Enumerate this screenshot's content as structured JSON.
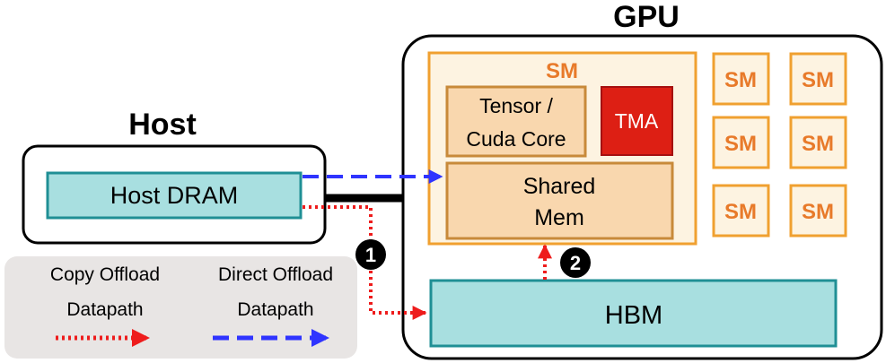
{
  "host": {
    "title": "Host",
    "dram_label": "Host DRAM"
  },
  "gpu": {
    "title": "GPU",
    "sm_main": {
      "label": "SM",
      "tensor_line1": "Tensor /",
      "tensor_line2": "Cuda Core",
      "tma": "TMA",
      "shared_line1": "Shared",
      "shared_line2": "Mem"
    },
    "sm_grid": [
      "SM",
      "SM",
      "SM",
      "SM",
      "SM",
      "SM"
    ],
    "hbm_label": "HBM"
  },
  "markers": {
    "one": "1",
    "two": "2"
  },
  "legend": {
    "copy_line1": "Copy Offload",
    "copy_line2": "Datapath",
    "direct_line1": "Direct Offload",
    "direct_line2": "Datapath"
  },
  "colors": {
    "sm_orange": "#f0a030",
    "sm_text": "#e87a2a",
    "sm_fill": "#fdf3e1",
    "inner_fill": "#f9d7ae",
    "tma_fill": "#dd1f14",
    "teal_fill": "#a8dfe0",
    "teal_stroke": "#1f8f95",
    "copy_path": "#ee1c1c",
    "direct_path": "#2f34ff",
    "legend_bg": "#e8e5e4"
  }
}
